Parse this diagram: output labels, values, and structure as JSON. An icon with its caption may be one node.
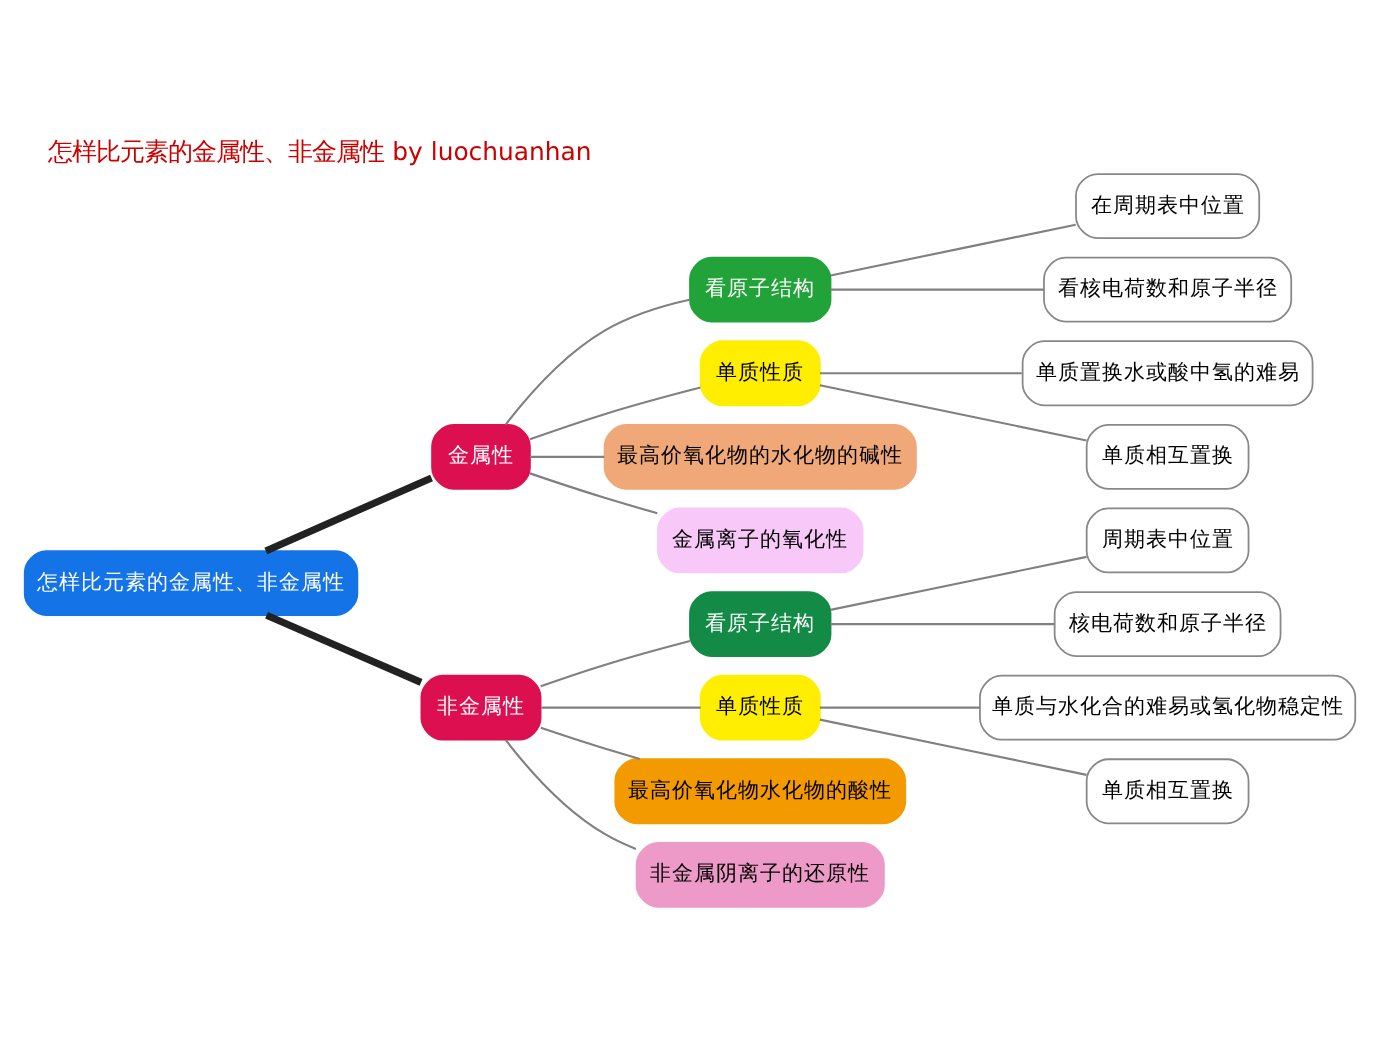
{
  "diagram": {
    "title": "怎样比元素的金属性、非金属性 by luochuanhan",
    "nodes": [
      {
        "text": [
          "怎样比元素的金属性、非金属性"
        ]
      },
      {
        "text": [
          "金属性"
        ]
      },
      {
        "text": [
          "看原子结构"
        ]
      },
      {
        "text": [
          "在周期表中位置"
        ]
      },
      {
        "text": [
          "看核电荷数和原子半径"
        ]
      },
      {
        "text": [
          "单质性质"
        ]
      },
      {
        "text": [
          "单质置换水或酸中氢的难易"
        ]
      },
      {
        "text": [
          "单质相互置换"
        ]
      },
      {
        "text": [
          "最高价氧化物的水化物的碱性"
        ]
      },
      {
        "text": [
          "金属离子的氧化性"
        ]
      },
      {
        "text": [
          "非金属性"
        ]
      },
      {
        "text": [
          "看原子结构"
        ]
      },
      {
        "text": [
          "周期表中位置"
        ]
      },
      {
        "text": [
          "核电荷数和原子半径"
        ]
      },
      {
        "text": [
          "单质性质"
        ]
      },
      {
        "text": [
          "单质与水化合的难易或氢化物稳定性"
        ]
      },
      {
        "text": [
          "单质相互置换"
        ]
      },
      {
        "text": [
          "最高价氧化物水化物的酸性"
        ]
      },
      {
        "text": [
          "非金属阴离子的还原性"
        ]
      }
    ],
    "edges": [
      {
        "from": 0,
        "to": 1,
        "arrow": "none",
        "style": "thick",
        "color": "#222222"
      },
      {
        "from": 1,
        "to": 2,
        "arrow": "none"
      },
      {
        "from": 2,
        "to": 3,
        "arrow": "none"
      },
      {
        "from": 2,
        "to": 4,
        "arrow": "none"
      },
      {
        "from": 1,
        "to": 5,
        "arrow": "none"
      },
      {
        "from": 5,
        "to": 6,
        "arrow": "none"
      },
      {
        "from": 5,
        "to": 7,
        "arrow": "none"
      },
      {
        "from": 1,
        "to": 8,
        "arrow": "none"
      },
      {
        "from": 1,
        "to": 9,
        "arrow": "none"
      },
      {
        "from": 0,
        "to": 10,
        "arrow": "none",
        "style": "thick",
        "color": "#222222"
      },
      {
        "from": 10,
        "to": 11,
        "arrow": "none"
      },
      {
        "from": 11,
        "to": 12,
        "arrow": "none"
      },
      {
        "from": 11,
        "to": 13,
        "arrow": "none"
      },
      {
        "from": 10,
        "to": 14,
        "arrow": "none"
      },
      {
        "from": 14,
        "to": 15,
        "arrow": "none"
      },
      {
        "from": 14,
        "to": 16,
        "arrow": "none"
      },
      {
        "from": 10,
        "to": 17,
        "arrow": "none"
      },
      {
        "from": 10,
        "to": 18,
        "arrow": "none"
      }
    ]
  }
}
